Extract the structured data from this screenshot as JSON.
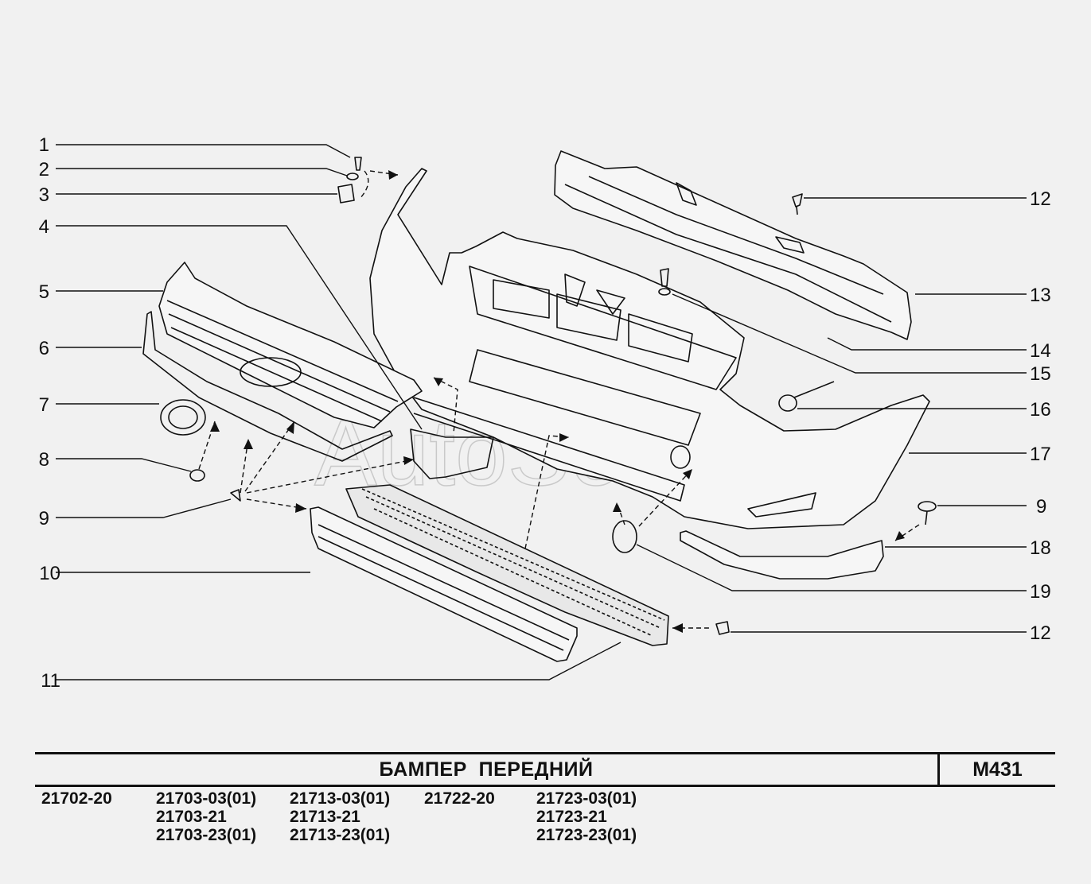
{
  "callouts_left": [
    {
      "num": "1"
    },
    {
      "num": "2"
    },
    {
      "num": "3"
    },
    {
      "num": "4"
    },
    {
      "num": "5"
    },
    {
      "num": "6"
    },
    {
      "num": "7"
    },
    {
      "num": "8"
    },
    {
      "num": "9"
    },
    {
      "num": "10"
    },
    {
      "num": "11"
    }
  ],
  "callouts_right": [
    {
      "num": "12"
    },
    {
      "num": "13"
    },
    {
      "num": "14"
    },
    {
      "num": "15"
    },
    {
      "num": "16"
    },
    {
      "num": "17"
    },
    {
      "num": "9"
    },
    {
      "num": "18"
    },
    {
      "num": "19"
    },
    {
      "num": "12"
    }
  ],
  "watermark": "AutoSoft",
  "title": "БАМПЕР  ПЕРЕДНИЙ",
  "code": "М431",
  "models": [
    [
      "21702-20"
    ],
    [
      "21703-03(01)",
      "21703-21",
      "21703-23(01)"
    ],
    [
      "21713-03(01)",
      "21713-21",
      "21713-23(01)"
    ],
    [
      "21722-20"
    ],
    [
      "21723-03(01)",
      "21723-21",
      "21723-23(01)"
    ]
  ],
  "colors": {
    "background": "#f1f1f1",
    "line": "#111111",
    "watermark": "#c9c9c9"
  }
}
